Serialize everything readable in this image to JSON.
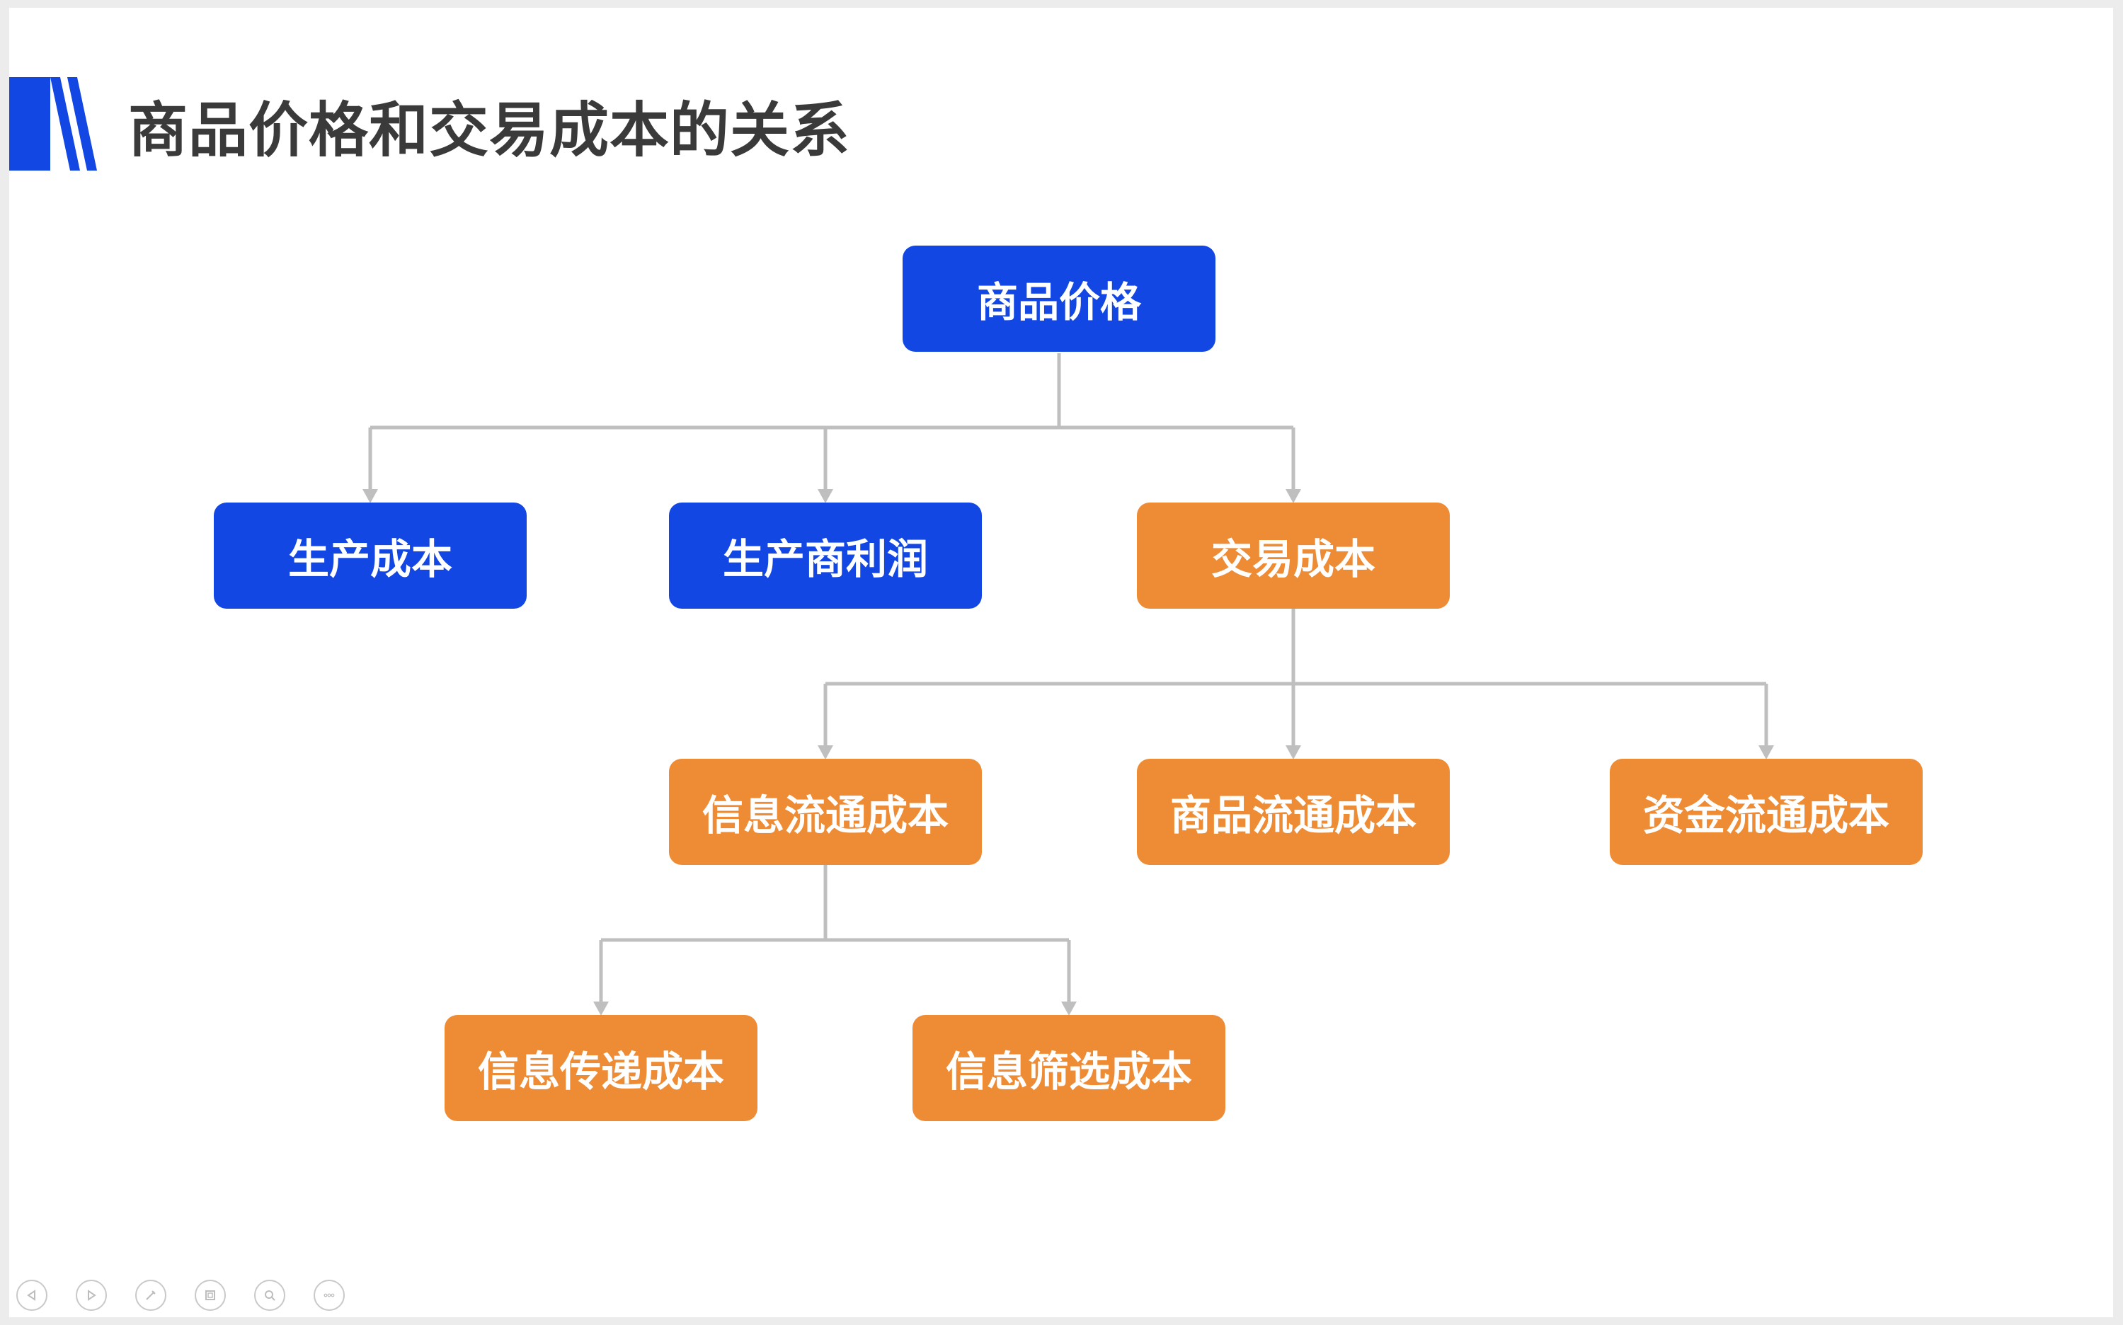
{
  "title": "商品价格和交易成本的关系",
  "colors": {
    "accent_blue": "#1247e3",
    "accent_orange": "#ee8c35",
    "connector": "#bfbfbf",
    "title_text": "#3a3a3a"
  },
  "nodes": {
    "root": "商品价格",
    "production_cost": "生产成本",
    "producer_profit": "生产商利润",
    "transaction_cost": "交易成本",
    "info_flow_cost": "信息流通成本",
    "goods_flow_cost": "商品流通成本",
    "capital_flow_cost": "资金流通成本",
    "info_transfer_cost": "信息传递成本",
    "info_filter_cost": "信息筛选成本"
  },
  "toolbar": {
    "icons": [
      "prev-icon",
      "next-icon",
      "pen-icon",
      "screen-icon",
      "zoom-icon",
      "more-icon"
    ]
  }
}
